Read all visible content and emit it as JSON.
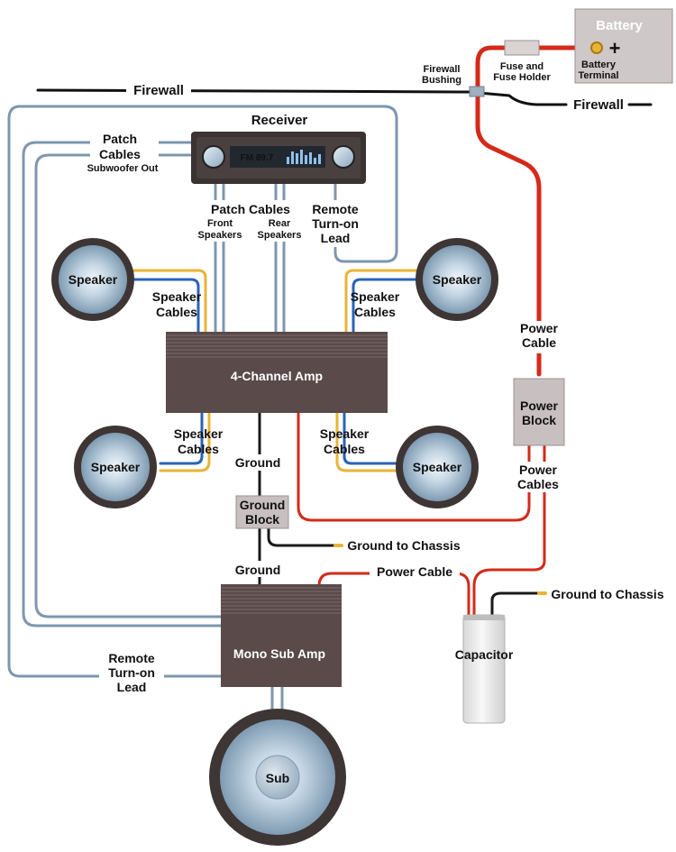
{
  "labels": {
    "battery": "Battery",
    "battery_terminal_1": "Battery",
    "battery_terminal_2": "Terminal",
    "plus_sign": "+",
    "fuse_1": "Fuse and",
    "fuse_2": "Fuse Holder",
    "bushing_1": "Firewall",
    "bushing_2": "Bushing",
    "firewall_left": "Firewall",
    "firewall_right": "Firewall",
    "receiver": "Receiver",
    "radio_display": "FM 89.7",
    "patch_sub_1": "Patch",
    "patch_sub_2": "Cables",
    "subwoofer_out": "Subwoofer Out",
    "patch_mid_1": "Patch  Cables",
    "front_1": "Front",
    "front_2": "Speakers",
    "rear_1": "Rear",
    "rear_2": "Speakers",
    "remote_top_1": "Remote",
    "remote_top_2": "Turn-on",
    "remote_top_3": "Lead",
    "speaker": "Speaker",
    "speaker_cables_1": "Speaker",
    "speaker_cables_2": "Cables",
    "amp4": "4-Channel Amp",
    "ground": "Ground",
    "ground_block_1": "Ground",
    "ground_block_2": "Block",
    "ground_chassis": "Ground to Chassis",
    "power_cable_1": "Power",
    "power_cable_2": "Cable",
    "power_block_1": "Power",
    "power_block_2": "Block",
    "power_cables_1": "Power",
    "power_cables_2": "Cables",
    "power_cable_h": "Power Cable",
    "capacitor": "Capacitor",
    "mono_amp": "Mono Sub Amp",
    "remote_bottom_1": "Remote",
    "remote_bottom_2": "Turn-on",
    "remote_bottom_3": "Lead",
    "sub": "Sub"
  },
  "colors": {
    "power": "#d42a1a",
    "ground": "#1a1a1a",
    "patch": "#7d97ae",
    "speaker_yellow": "#e8b437",
    "speaker_blue": "#2a63b8",
    "amp": "#5a4a4a",
    "block": "#c8c0c0"
  }
}
